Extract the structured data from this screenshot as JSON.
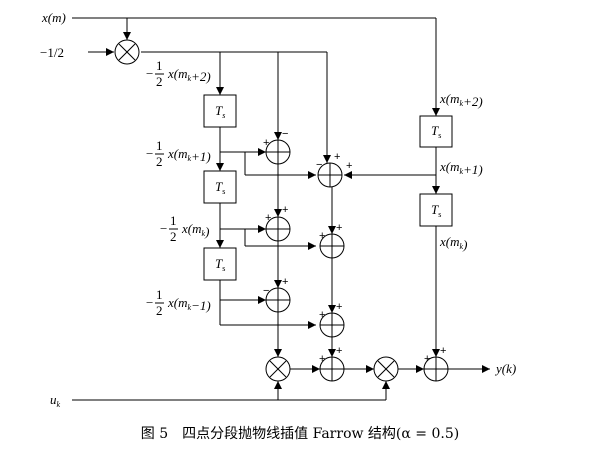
{
  "inputs": {
    "xm": "x(m)",
    "neg_half": "−1/2",
    "uk": "u_k"
  },
  "delay_label": "T_s",
  "coef_prefix": "−",
  "coef_frac": {
    "num": "1",
    "den": "2"
  },
  "left_taps": [
    "x(m_k+2)",
    "x(m_k+1)",
    "x(m_k)",
    "x(m_k−1)"
  ],
  "right_taps": [
    "x(m_k+2)",
    "x(m_k+1)",
    "x(m_k)"
  ],
  "output": "y(k)",
  "signs": {
    "plus": "+",
    "minus": "−"
  },
  "caption": "图 5　四点分段抛物线插值 Farrow 结构(α = 0.5)"
}
